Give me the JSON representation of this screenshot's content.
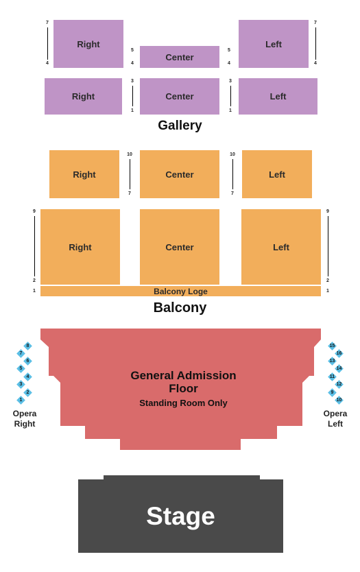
{
  "gallery": {
    "label": "Gallery",
    "upper": {
      "right": "Right",
      "center": "Center",
      "left": "Left"
    },
    "lower": {
      "right": "Right",
      "center": "Center",
      "left": "Left"
    },
    "rows": {
      "r7": "7",
      "r4": "4",
      "r5": "5",
      "r3": "3",
      "r1": "1"
    }
  },
  "balcony": {
    "label": "Balcony",
    "upper": {
      "right": "Right",
      "center": "Center",
      "left": "Left"
    },
    "lower": {
      "right": "Right",
      "center": "Center",
      "left": "Left"
    },
    "loge": "Balcony Loge",
    "rows": {
      "r10": "10",
      "r7": "7",
      "r9": "9",
      "r2": "2",
      "r1": "1"
    }
  },
  "floor": {
    "title_line1": "General Admission",
    "title_line2": "Floor",
    "subtitle": "Standing Room Only"
  },
  "opera_right": {
    "label_line1": "Opera",
    "label_line2": "Right",
    "boxes": [
      "8",
      "7",
      "6",
      "5",
      "4",
      "3",
      "2",
      "1"
    ]
  },
  "opera_left": {
    "label_line1": "Opera",
    "label_line2": "Left",
    "boxes": [
      "15",
      "16",
      "13",
      "14",
      "11",
      "12",
      "9",
      "10"
    ]
  },
  "stage": {
    "label": "Stage"
  },
  "colors": {
    "gallery": "#bf94c6",
    "balcony": "#f2ae5b",
    "floor": "#d96b6b",
    "stage": "#4a4a4a",
    "opera_box": "#5bbfe6"
  }
}
